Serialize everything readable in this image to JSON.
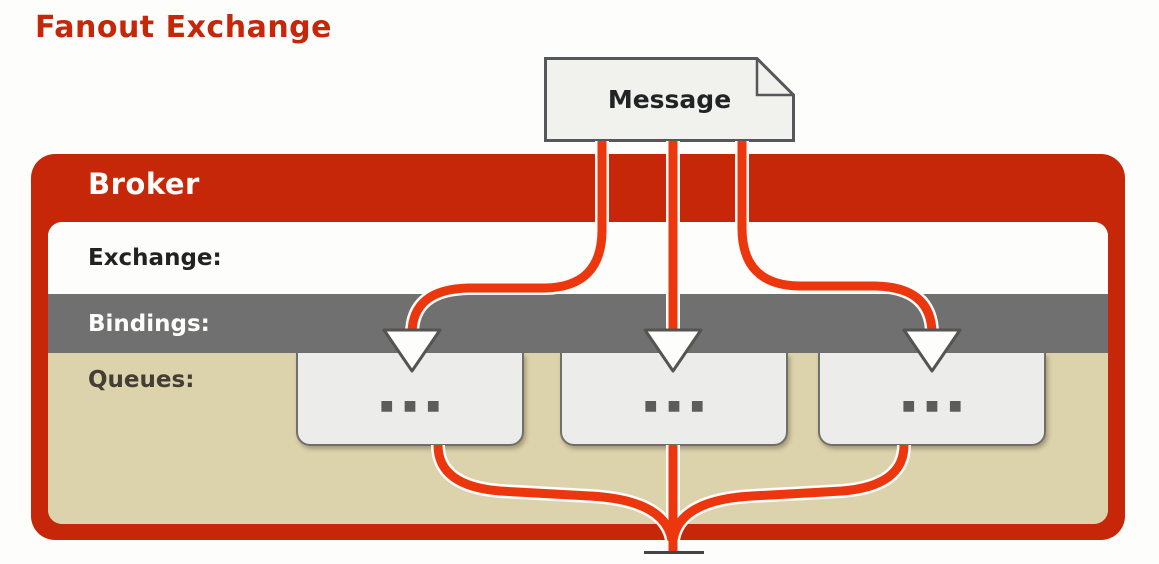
{
  "title": "Fanout Exchange",
  "message": {
    "label": "Message"
  },
  "broker": {
    "label": "Broker",
    "exchange_label": "Exchange:",
    "bindings_label": "Bindings:",
    "queues_label": "Queues:",
    "queues": [
      {
        "dots": "■■■"
      },
      {
        "dots": "■■■"
      },
      {
        "dots": "■■■"
      }
    ]
  },
  "colors": {
    "accent_red": "#c52708",
    "line_red": "#ec370e",
    "bindings_gray": "#707070",
    "queues_beige": "#dcd2ac",
    "queue_fill": "#ececea",
    "message_fill": "#f1f1ee"
  }
}
